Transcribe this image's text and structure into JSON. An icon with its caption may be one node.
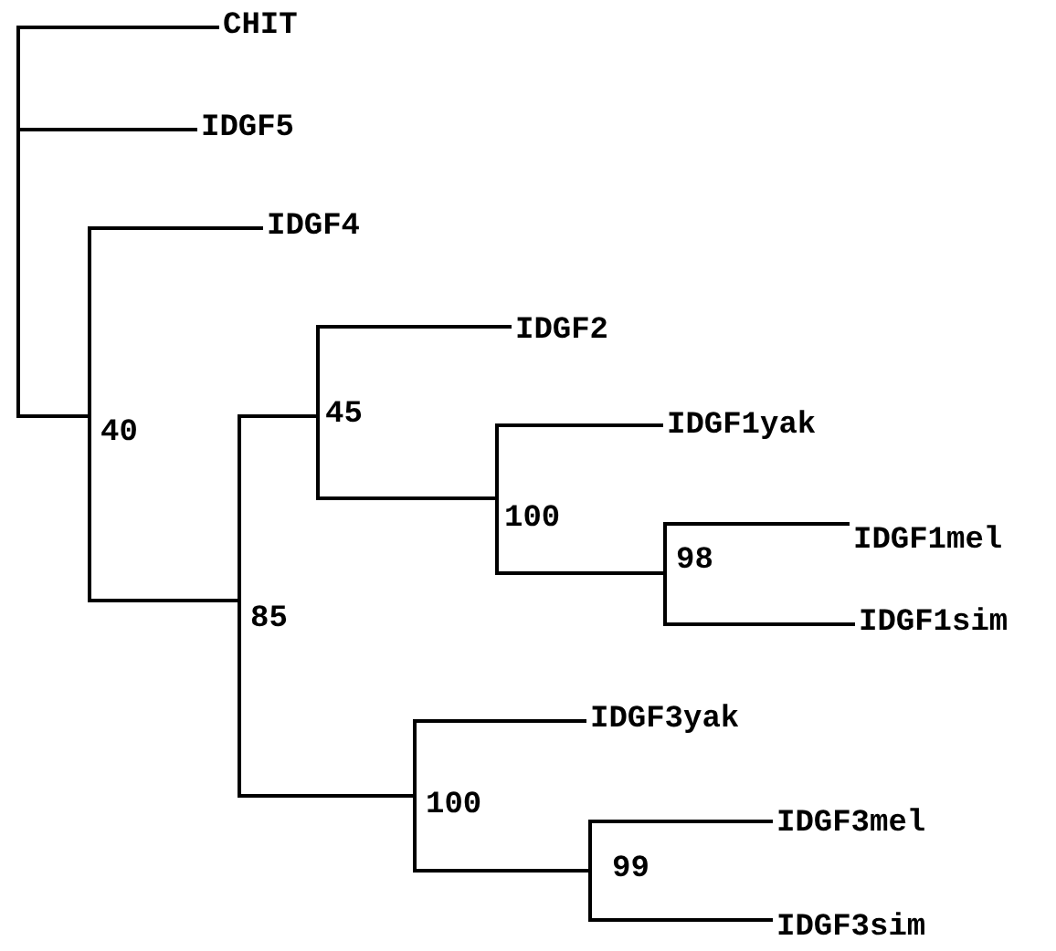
{
  "diagram": {
    "nodes": [
      {
        "text": [],
        "shape": "bar"
      },
      {
        "text": [
          "CHIT"
        ]
      },
      {
        "text": [
          "IDGF5"
        ]
      },
      {
        "text": [
          "40"
        ]
      },
      {
        "text": [
          "IDGF4"
        ]
      },
      {
        "text": [
          "85"
        ]
      },
      {
        "text": [
          "45"
        ]
      },
      {
        "text": [
          "IDGF2"
        ]
      },
      {
        "text": [
          "100"
        ]
      },
      {
        "text": [
          "IDGF1yak"
        ]
      },
      {
        "text": [
          "98"
        ]
      },
      {
        "text": [
          "IDGF1mel"
        ]
      },
      {
        "text": [
          "IDGF1sim"
        ]
      },
      {
        "text": [
          "100"
        ]
      },
      {
        "text": [
          "IDGF3yak"
        ]
      },
      {
        "text": [
          "99"
        ]
      },
      {
        "text": [
          "IDGF3mel"
        ]
      },
      {
        "text": [
          "IDGF3sim"
        ]
      }
    ],
    "edges": [
      {
        "from": 0,
        "to": 1,
        "arrow": "none"
      },
      {
        "from": 0,
        "to": 2,
        "arrow": "none"
      },
      {
        "from": 0,
        "to": 3,
        "arrow": "none"
      },
      {
        "from": 3,
        "to": 4,
        "arrow": "none"
      },
      {
        "from": 3,
        "to": 5,
        "arrow": "none"
      },
      {
        "from": 5,
        "to": 6,
        "arrow": "none"
      },
      {
        "from": 6,
        "to": 7,
        "arrow": "none"
      },
      {
        "from": 6,
        "to": 8,
        "arrow": "none"
      },
      {
        "from": 8,
        "to": 9,
        "arrow": "none"
      },
      {
        "from": 8,
        "to": 10,
        "arrow": "none"
      },
      {
        "from": 10,
        "to": 11,
        "arrow": "none"
      },
      {
        "from": 10,
        "to": 12,
        "arrow": "none"
      },
      {
        "from": 5,
        "to": 13,
        "arrow": "none"
      },
      {
        "from": 13,
        "to": 14,
        "arrow": "none"
      },
      {
        "from": 13,
        "to": 15,
        "arrow": "none"
      },
      {
        "from": 15,
        "to": 16,
        "arrow": "none"
      },
      {
        "from": 15,
        "to": 17,
        "arrow": "none"
      }
    ]
  }
}
